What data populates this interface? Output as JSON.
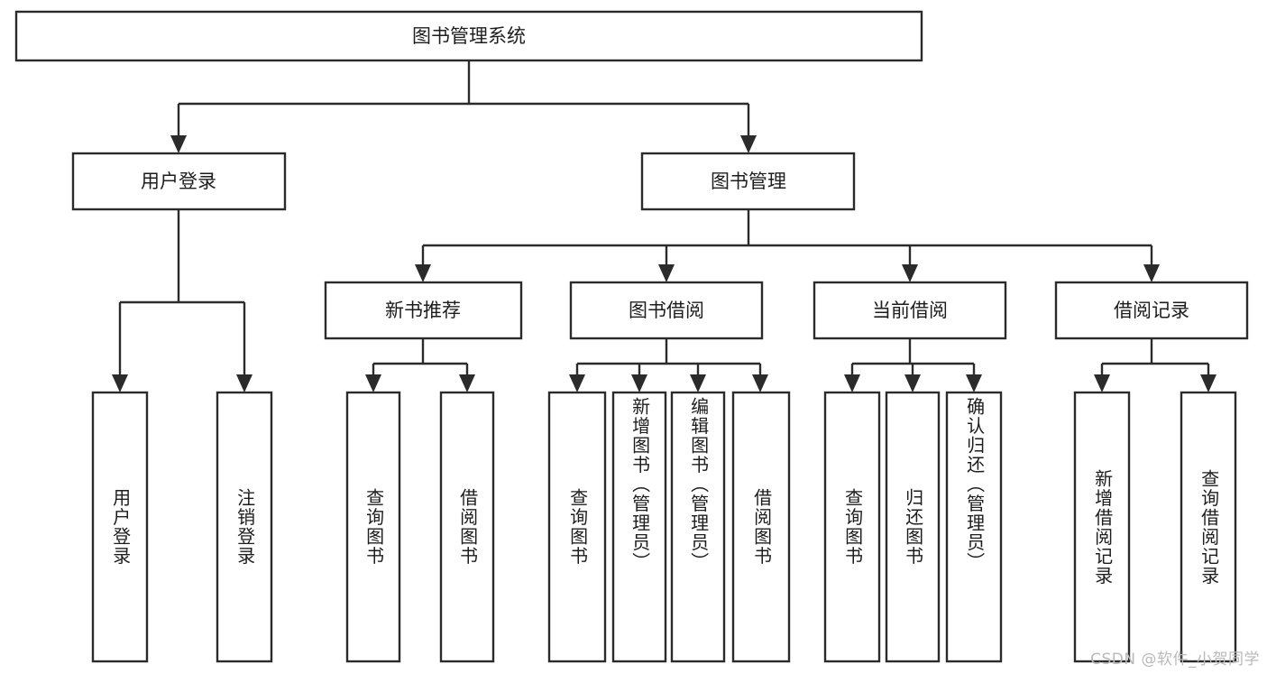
{
  "diagram": {
    "title": "图书管理系统",
    "type": "tree",
    "colors": {
      "box_fill": "#ffffff",
      "box_stroke": "#2b2b2b",
      "text": "#1d1d1d",
      "background": "#ffffff",
      "watermark": "#b9b9b9"
    },
    "root": {
      "label": "图书管理系统",
      "orientation": "horizontal"
    },
    "level1": [
      {
        "label": "用户登录",
        "orientation": "horizontal"
      },
      {
        "label": "图书管理",
        "orientation": "horizontal"
      }
    ],
    "level2": [
      {
        "label": "新书推荐",
        "orientation": "horizontal",
        "parent": "图书管理"
      },
      {
        "label": "图书借阅",
        "orientation": "horizontal",
        "parent": "图书管理"
      },
      {
        "label": "当前借阅",
        "orientation": "horizontal",
        "parent": "图书管理"
      },
      {
        "label": "借阅记录",
        "orientation": "horizontal",
        "parent": "图书管理"
      }
    ],
    "leaves": [
      {
        "label": "用户登录",
        "orientation": "vertical",
        "parent": "用户登录"
      },
      {
        "label": "注销登录",
        "orientation": "vertical",
        "parent": "用户登录"
      },
      {
        "label": "查询图书",
        "orientation": "vertical",
        "parent": "新书推荐"
      },
      {
        "label": "借阅图书",
        "orientation": "vertical",
        "parent": "新书推荐"
      },
      {
        "label": "查询图书",
        "orientation": "vertical",
        "parent": "图书借阅"
      },
      {
        "label": "新增图书（管理员）",
        "orientation": "vertical",
        "parent": "图书借阅"
      },
      {
        "label": "编辑图书（管理员）",
        "orientation": "vertical",
        "parent": "图书借阅"
      },
      {
        "label": "借阅图书",
        "orientation": "vertical",
        "parent": "图书借阅"
      },
      {
        "label": "查询图书",
        "orientation": "vertical",
        "parent": "当前借阅"
      },
      {
        "label": "归还图书",
        "orientation": "vertical",
        "parent": "当前借阅"
      },
      {
        "label": "确认归还（管理员）",
        "orientation": "vertical",
        "parent": "当前借阅"
      },
      {
        "label": "新增借阅记录",
        "orientation": "vertical",
        "parent": "借阅记录"
      },
      {
        "label": "查询借阅记录",
        "orientation": "vertical",
        "parent": "借阅记录"
      }
    ]
  },
  "watermark": {
    "text": "CSDN @软件_小贺同学"
  }
}
